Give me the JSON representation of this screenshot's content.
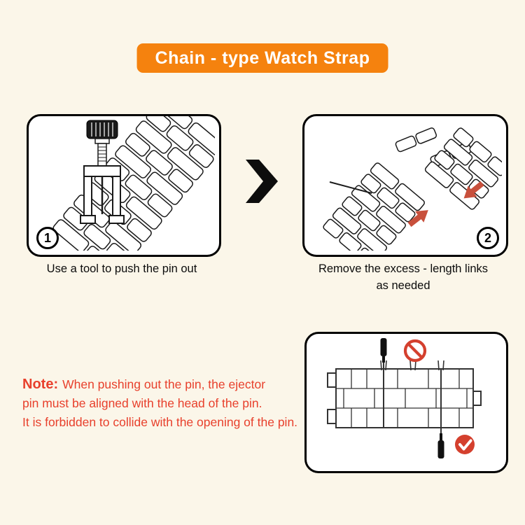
{
  "title": "Chain - type Watch Strap",
  "colors": {
    "background": "#FBF6E9",
    "banner": "#F5820E",
    "banner_text": "#FFFFFF",
    "note_text": "#E8402C",
    "red_accent": "#C8503C",
    "outline_black": "#111111"
  },
  "steps": [
    {
      "number": "1",
      "caption_lines": [
        "Use a tool to push the pin out"
      ]
    },
    {
      "number": "2",
      "caption_lines": [
        "Remove the excess - length links",
        "as needed"
      ]
    }
  ],
  "note": {
    "label": "Note:",
    "lines": [
      "When pushing out the pin, the ejector",
      "pin must be aligned with the head of the pin.",
      "It is forbidden to collide with the opening of the pin."
    ]
  }
}
